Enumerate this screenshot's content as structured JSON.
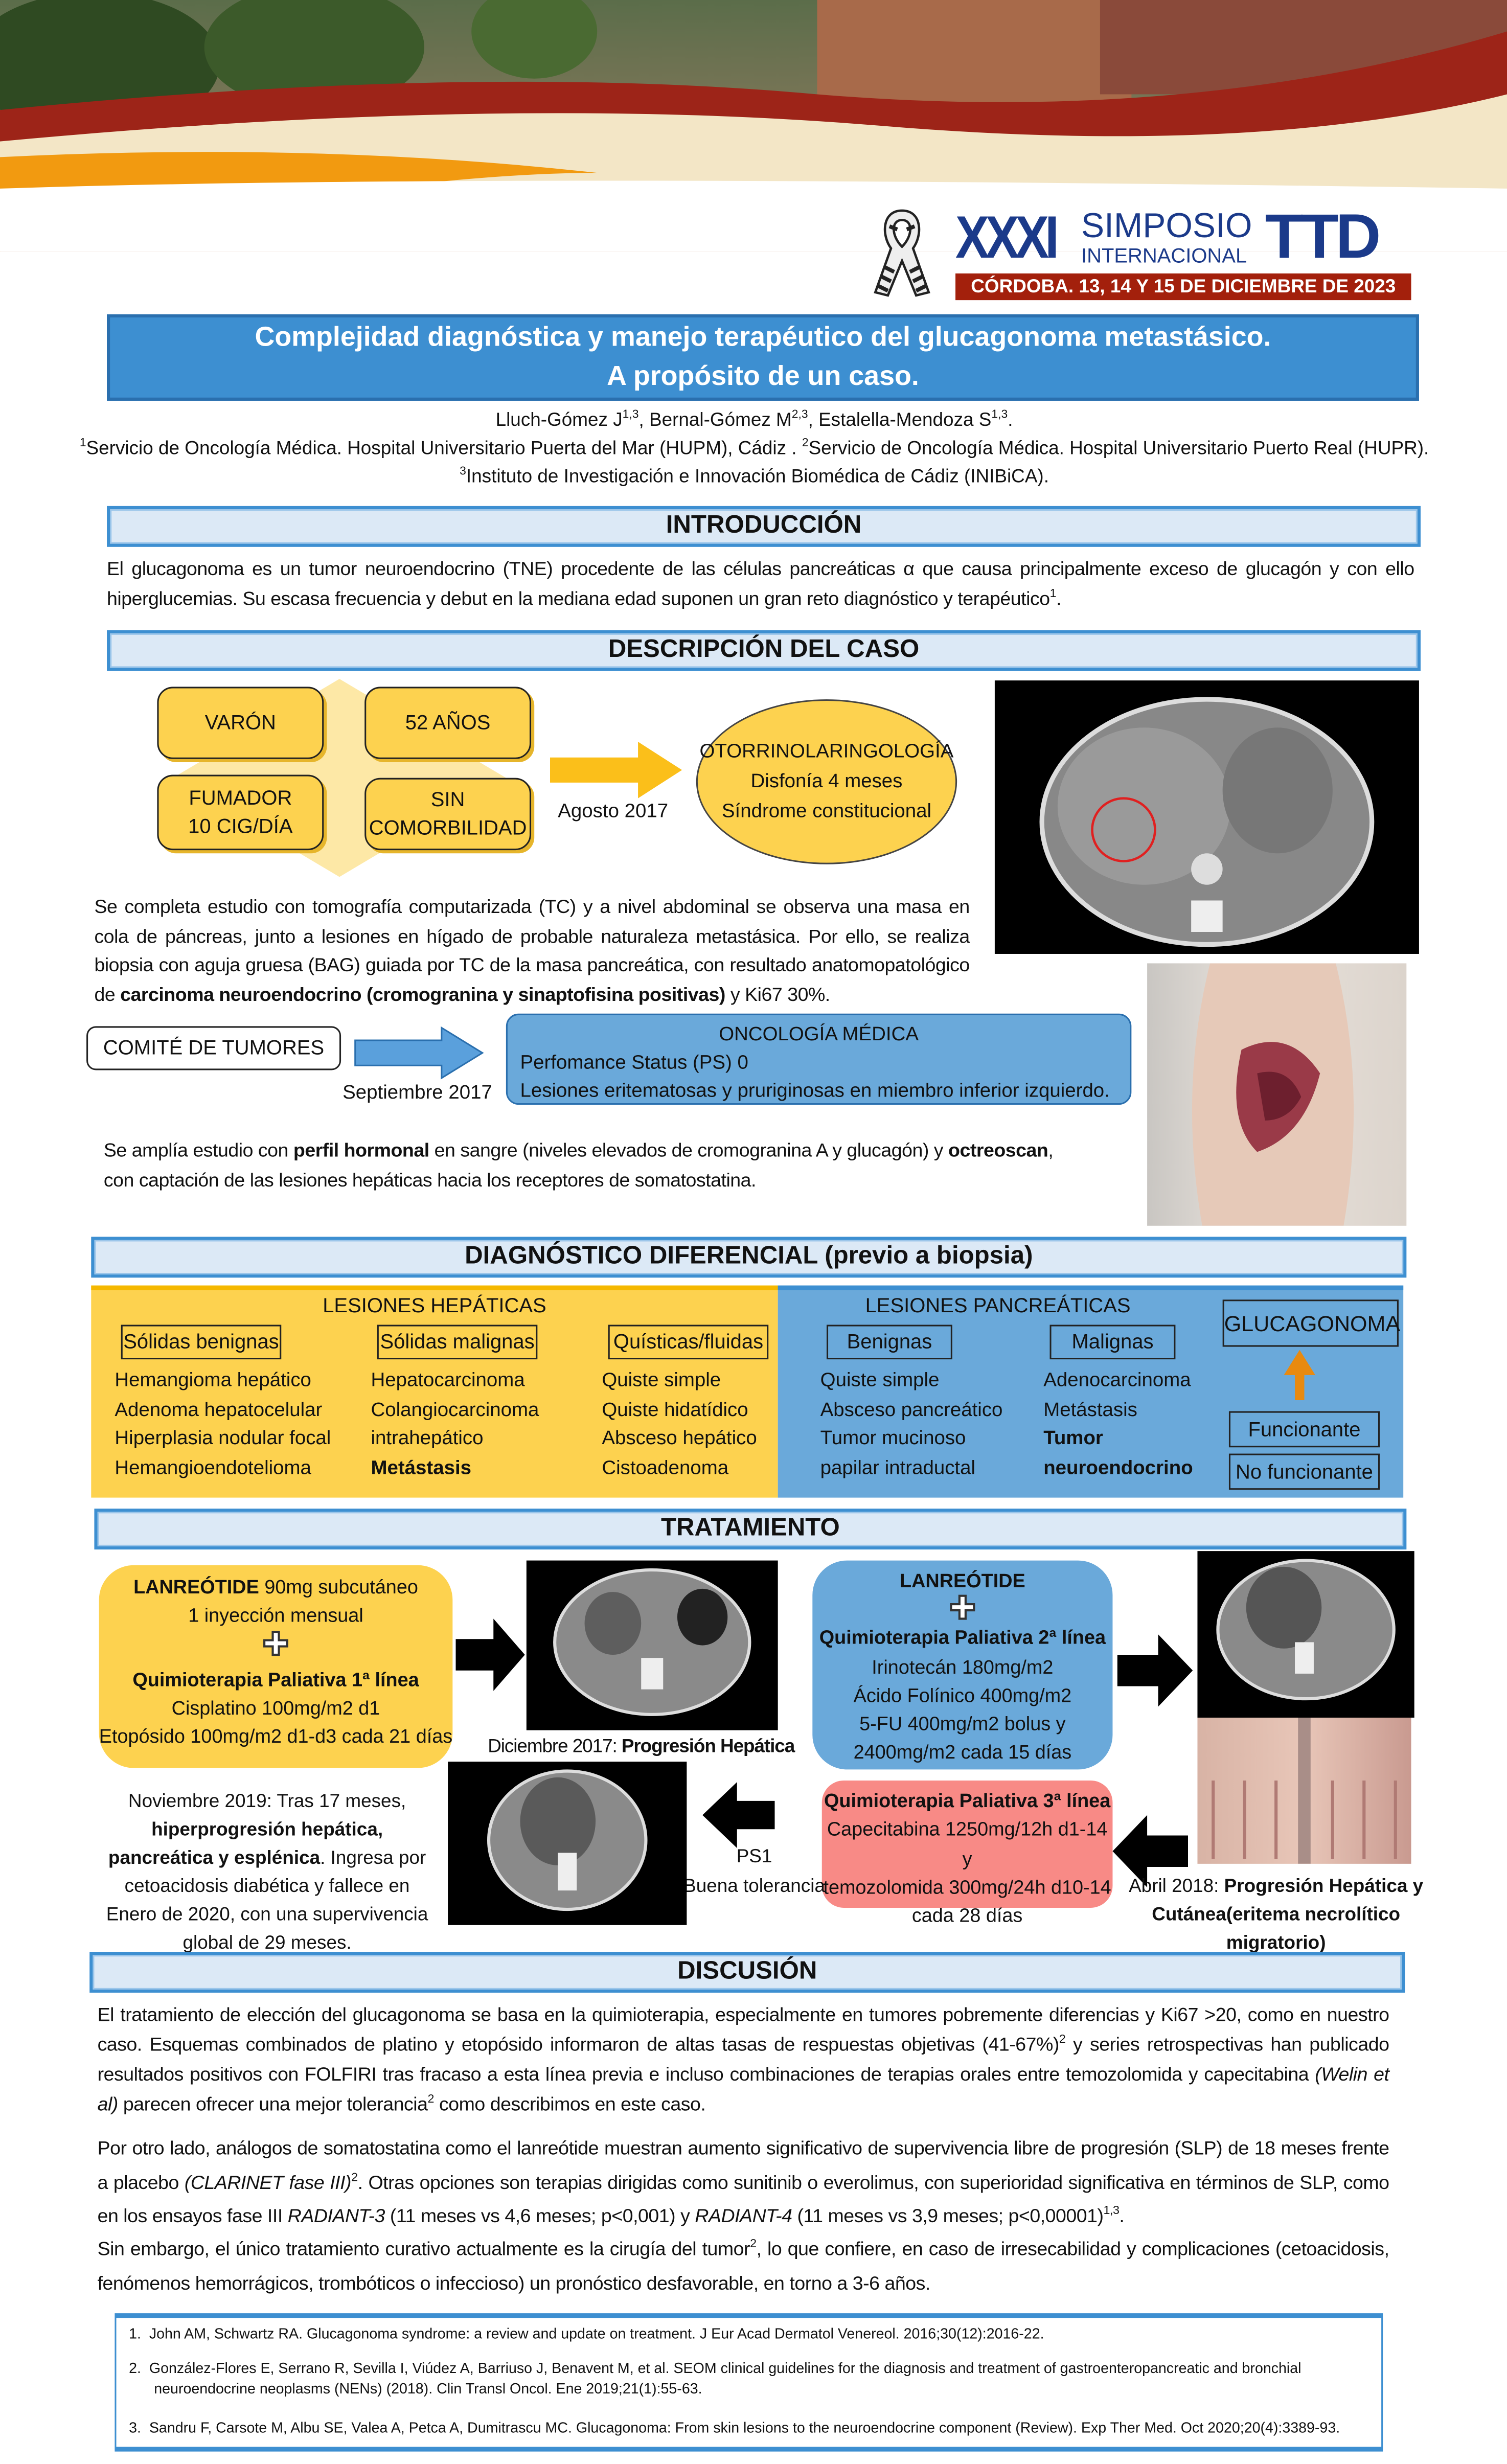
{
  "logo": {
    "number": "XXXI",
    "simposio": "SIMPOSIO",
    "internacional": "INTERNACIONAL",
    "brand": "TTD",
    "location_dates": "CÓRDOBA. 13, 14 Y 15 DE DICIEMBRE DE 2023"
  },
  "title": {
    "line1": "Complejidad diagnóstica y manejo terapéutico del glucagonoma metastásico.",
    "line2": "A propósito de un caso."
  },
  "authors": [
    [
      "Lluch-Gómez J",
      {
        "s": "1,3"
      },
      ", Bernal-Gómez M",
      {
        "s": "2,3"
      },
      ", Estalella-Mendoza S",
      {
        "s": "1,3"
      },
      "."
    ],
    [
      {
        "s": "1"
      },
      "Servicio de Oncología Médica. Hospital Universitario Puerta del Mar (HUPM), Cádiz . ",
      {
        "s": "2"
      },
      "Servicio de Oncología Médica. Hospital Universitario Puerto Real (HUPR)."
    ],
    [
      {
        "s": "3"
      },
      "Instituto de Investigación e Innovación Biomédica de Cádiz (INIBiCA)."
    ]
  ],
  "sections": {
    "intro": "INTRODUCCIÓN",
    "case": "DESCRIPCIÓN DEL CASO",
    "diff": "DIAGNÓSTICO DIFERENCIAL (previo a biopsia)",
    "treatment": "TRATAMIENTO",
    "discussion": "DISCUSIÓN"
  },
  "intro_text": [
    "El glucagonoma es un tumor neuroendocrino (TNE) procedente de las células pancreáticas α que causa principalmente exceso de glucagón y con ello hiperglucemias. Su escasa frecuencia y debut en la mediana edad suponen un gran reto diagnóstico y terapéutico",
    {
      "s": "1"
    },
    "."
  ],
  "case": {
    "patient_tags": [
      "VARÓN",
      "52 AÑOS",
      "FUMADOR",
      "10 CIG/DÍA",
      "SIN",
      "COMORBILIDAD"
    ],
    "date1": "Agosto 2017",
    "ent": {
      "title": "OTORRINOLARINGOLOGÍA",
      "line1": "Disfonía 4 meses",
      "line2": "Síndrome constitucional"
    },
    "para1": [
      "Se completa estudio con tomografía computarizada (TC) y a nivel abdominal se observa una masa en cola de páncreas, junto a lesiones en hígado de probable naturaleza metastásica. Por ello, se realiza biopsia con aguja gruesa (BAG) guiada por TC de la masa pancreática, con resultado anatomopatológico de ",
      {
        "t": "carcinoma neuroendocrino (cromogranina y sinaptofisina positivas)",
        "b": true
      },
      " y Ki67 30%."
    ],
    "committee": "COMITÉ DE TUMORES",
    "date2": "Septiembre 2017",
    "oncology": {
      "title": "ONCOLOGÍA MÉDICA",
      "line1": "Perfomance Status (PS) 0",
      "line2": "Lesiones eritematosas y pruriginosas en miembro inferior izquierdo."
    },
    "para2": [
      "Se amplía estudio con ",
      {
        "t": "perfil hormonal",
        "b": true
      },
      " en sangre (niveles elevados de cromogranina A y glucagón) y ",
      {
        "t": "octreoscan",
        "b": true
      },
      ",",
      {
        "br": true
      },
      "con captación de las lesiones hepáticas hacia los receptores de somatostatina."
    ]
  },
  "diff": {
    "hepatic_title": "LESIONES HEPÁTICAS",
    "hepatic_cols": [
      {
        "head": "Sólidas benignas",
        "items": [
          "Hemangioma hepático",
          "Adenoma hepatocelular",
          "Hiperplasia nodular focal",
          "Hemangioendotelioma"
        ]
      },
      {
        "head": "Sólidas malignas",
        "items": [
          "Hepatocarcinoma",
          "Colangiocarcinoma",
          "intrahepático",
          "Metástasis"
        ]
      },
      {
        "head": "Quísticas/fluidas",
        "items": [
          "Quiste simple",
          "Quiste hidatídico",
          "Absceso hepático",
          "Cistoadenoma"
        ]
      }
    ],
    "pancreatic_title": "LESIONES PANCREÁTICAS",
    "pancreatic_cols": [
      {
        "head": "Benignas",
        "items": [
          "Quiste simple",
          "Absceso pancreático",
          "Tumor mucinoso",
          "papilar intraductal"
        ]
      },
      {
        "head": "Malignas",
        "items": [
          "Adenocarcinoma",
          "Metástasis",
          "Tumor",
          "neuroendocrino"
        ]
      }
    ],
    "glucagonoma": "GLUCAGONOMA",
    "functioning": "Funcionante",
    "non_functioning": "No funcionante"
  },
  "treatment": {
    "first": {
      "drug": "LANREÓTIDE",
      "dose": " 90mg subcutáneo",
      "freq": "1 inyección mensual",
      "line": "Quimioterapia Paliativa 1ª línea",
      "r1": "Cisplatino 100mg/m2 d1",
      "r2": "Etopósido 100mg/m2 d1-d3 cada 21 días"
    },
    "cap1_date": "Diciembre 2017: ",
    "cap1_bold": "Progresión Hepática",
    "second": {
      "drug": "LANREÓTIDE",
      "line": "Quimioterapia Paliativa 2ª línea",
      "r1": "Irinotecán 180mg/m2",
      "r2": "Ácido Folínico 400mg/m2",
      "r3": "5-FU 400mg/m2 bolus y",
      "r4": "2400mg/m2 cada 15 días"
    },
    "cap2_date": "Abril 2018: ",
    "cap2_bold1": "Progresión Hepática y",
    "cap2_bold2": "Cutánea(eritema necrolítico migratorio)",
    "third": {
      "line": "Quimioterapia Paliativa 3ª línea",
      "r1": "Capecitabina 1250mg/12h d1-14 y",
      "r2": "temozolomida 300mg/24h d10-14",
      "r3": "cada 28 días"
    },
    "ps": "PS1",
    "tolerance": "Buena tolerancia",
    "outcome": [
      "Noviembre 2019: Tras 17 meses, ",
      {
        "t": "hiperprogresión hepática, pancreática y esplénica",
        "b": true
      },
      ". Ingresa por cetoacidosis diabética y fallece en Enero de 2020, con una supervivencia global de 29 meses."
    ]
  },
  "discussion": [
    [
      "El tratamiento de elección del glucagonoma se basa en la quimioterapia, especialmente en tumores pobremente diferencias y Ki67 >20, como en nuestro caso. Esquemas combinados de platino y etopósido informaron de altas tasas de respuestas objetivas (41-67%)",
      {
        "s": "2"
      },
      " y series retrospectivas han publicado resultados positivos con FOLFIRI tras fracaso a esta línea previa e incluso combinaciones de terapias orales entre temozolomida y capecitabina ",
      {
        "t": "(Welin et al)",
        "i": true
      },
      " parecen ofrecer una mejor tolerancia",
      {
        "s": "2"
      },
      " como describimos en este caso."
    ],
    [
      "Por otro lado, análogos de somatostatina como el lanreótide muestran aumento significativo de supervivencia libre de progresión (SLP) de 18 meses frente a placebo ",
      {
        "t": "(CLARINET fase III)",
        "i": true
      },
      {
        "s": "2"
      },
      ". Otras opciones son terapias dirigidas como sunitinib o everolimus, con superioridad significativa en términos de SLP, como en los ensayos fase III ",
      {
        "t": "RADIANT-3",
        "i": true
      },
      " (11 meses vs 4,6 meses; p<0,001) y ",
      {
        "t": "RADIANT-4",
        "i": true
      },
      " (11 meses vs 3,9 meses; p<0,00001)",
      {
        "s": "1,3"
      },
      "."
    ],
    [
      "Sin embargo, el único tratamiento curativo actualmente es la cirugía del tumor",
      {
        "s": "2"
      },
      ", lo que confiere, en caso de  irresecabilidad y complicaciones (cetoacidosis, fenómenos hemorrágicos, trombóticos o infeccioso) un pronóstico desfavorable, en torno a 3-6 años."
    ]
  ],
  "references": [
    {
      "n": "1.",
      "text": "John AM, Schwartz RA. Glucagonoma syndrome: a review and update on treatment. J Eur Acad Dermatol Venereol. 2016;30(12):2016-22."
    },
    {
      "n": "2.",
      "text": "González-Flores E, Serrano R, Sevilla I, Viúdez A, Barriuso J, Benavent M, et al. SEOM clinical guidelines for the diagnosis and treatment of gastroenteropancreatic and bronchial neuroendocrine neoplasms (NENs) (2018). Clin Transl Oncol. Ene 2019;21(1):55-63."
    },
    {
      "n": "3.",
      "text": "Sandru F, Carsote M, Albu SE, Valea A, Petca A, Dumitrascu MC. Glucagonoma: From skin lesions to the neuroendocrine component (Review). Exp Ther Med. Oct 2020;20(4):3389-93."
    }
  ],
  "colors": {
    "blue": "#3d8fd1",
    "panel_blue": "#6aa9da",
    "yellow": "#fdd24f",
    "pink": "#f88a86",
    "logo_blue": "#1b3a8a",
    "logo_red": "#a3200c"
  }
}
